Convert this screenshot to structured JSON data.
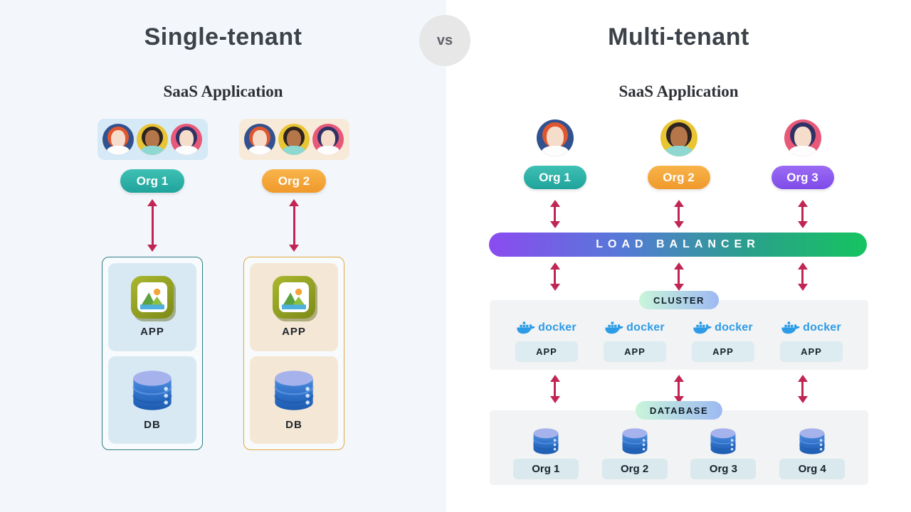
{
  "vs_label": "vs",
  "left": {
    "title": "Single-tenant",
    "subtitle": "SaaS Application",
    "tenants": [
      {
        "org_label": "Org 1",
        "app_label": "APP",
        "db_label": "DB"
      },
      {
        "org_label": "Org 2",
        "app_label": "APP",
        "db_label": "DB"
      }
    ]
  },
  "right": {
    "title": "Multi-tenant",
    "subtitle": "SaaS Application",
    "orgs": [
      {
        "label": "Org 1"
      },
      {
        "label": "Org 2"
      },
      {
        "label": "Org 3"
      }
    ],
    "load_balancer_label": "LOAD BALANCER",
    "cluster": {
      "label": "CLUSTER",
      "nodes": [
        {
          "docker_label": "docker",
          "app_label": "APP"
        },
        {
          "docker_label": "docker",
          "app_label": "APP"
        },
        {
          "docker_label": "docker",
          "app_label": "APP"
        },
        {
          "docker_label": "docker",
          "app_label": "APP"
        }
      ]
    },
    "database": {
      "label": "DATABASE",
      "nodes": [
        {
          "label": "Org 1"
        },
        {
          "label": "Org 2"
        },
        {
          "label": "Org 3"
        },
        {
          "label": "Org 4"
        }
      ]
    }
  },
  "icons": {
    "avatars": [
      "woman-avatar-blue",
      "woman-avatar-yellow",
      "woman-avatar-pink"
    ],
    "app": "image-app-icon",
    "db": "database-cylinder-icon",
    "docker": "docker-whale-icon",
    "arrow": "double-headed-vertical-arrow"
  },
  "colors": {
    "left_background": "#f3f7fb",
    "right_background": "#ffffff",
    "title_text": "#3c4249",
    "org1_teal": "#2fb3aa",
    "org2_orange": "#f5a93c",
    "org3_purple": "#8c5cf0",
    "arrow_red": "#c02553",
    "load_balancer_gradient": [
      "#8b4bf0",
      "#15c45f"
    ],
    "tag_pill_gradient": [
      "#c9f5da",
      "#9db9f2"
    ],
    "docker_blue": "#2e9be6",
    "panel_gray": "#f2f3f4",
    "chip_blue": "#dcecf1"
  }
}
